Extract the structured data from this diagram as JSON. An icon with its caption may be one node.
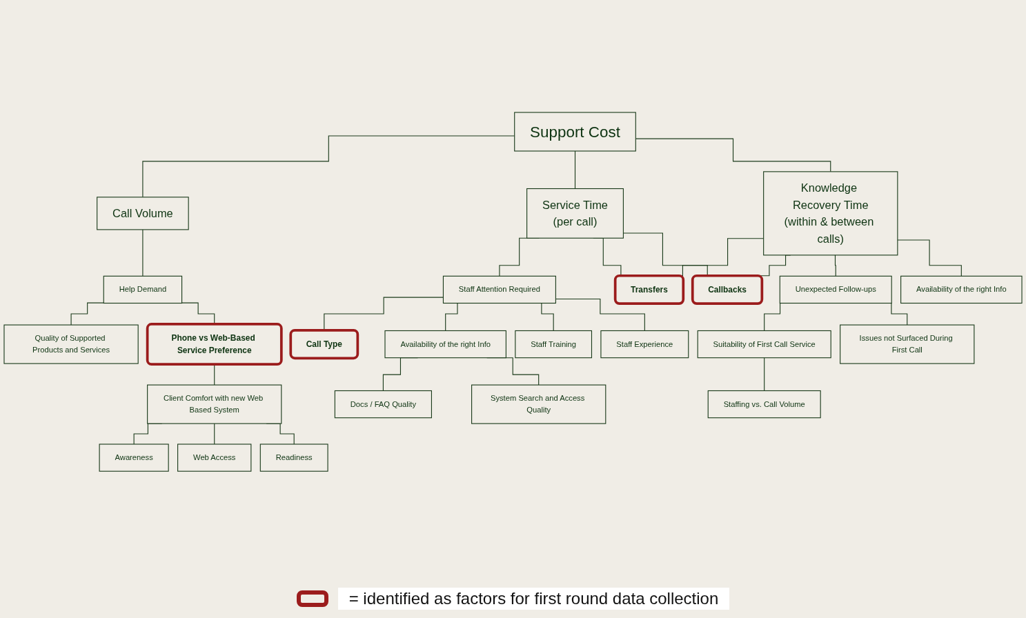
{
  "diagram": {
    "nodes": [
      {
        "text": [
          "Support Cost"
        ]
      },
      {
        "text": [
          "Call Volume"
        ]
      },
      {
        "text": [
          "Service Time",
          "(per call)"
        ]
      },
      {
        "text": [
          "Knowledge Recovery Time",
          "(within & between calls)"
        ]
      },
      {
        "text": [
          "Help Demand"
        ]
      },
      {
        "text": [
          "Quality of Supported Products and Services"
        ]
      },
      {
        "text": [
          "Phone vs Web-Based Service Preference"
        ]
      },
      {
        "text": [
          "Client Comfort with new Web Based System"
        ]
      },
      {
        "text": [
          "Awareness"
        ]
      },
      {
        "text": [
          "Web Access"
        ]
      },
      {
        "text": [
          "Readiness"
        ]
      },
      {
        "text": [
          "Staff Attention Required"
        ]
      },
      {
        "text": [
          "Transfers"
        ]
      },
      {
        "text": [
          "Callbacks"
        ]
      },
      {
        "text": [
          "Unexpected Follow-ups"
        ]
      },
      {
        "text": [
          "Availability of the right Info"
        ]
      },
      {
        "text": [
          "Call Type"
        ]
      },
      {
        "text": [
          "Availability of the right Info"
        ]
      },
      {
        "text": [
          "Staff Training"
        ]
      },
      {
        "text": [
          "Staff Experience"
        ]
      },
      {
        "text": [
          "Docs / FAQ Quality"
        ]
      },
      {
        "text": [
          "System Search and Access Quality"
        ]
      },
      {
        "text": [
          "Suitability of First Call Service"
        ]
      },
      {
        "text": [
          "Issues not Surfaced During First Call"
        ]
      },
      {
        "text": [
          "Staffing vs. Call Volume"
        ]
      }
    ],
    "edges": [
      {
        "from": 0,
        "to": 1,
        "arrow": "none"
      },
      {
        "from": 0,
        "to": 2,
        "arrow": "none"
      },
      {
        "from": 0,
        "to": 3,
        "arrow": "none"
      },
      {
        "from": 1,
        "to": 4,
        "arrow": "none"
      },
      {
        "from": 4,
        "to": 5,
        "arrow": "none"
      },
      {
        "from": 4,
        "to": 6,
        "arrow": "none"
      },
      {
        "from": 6,
        "to": 7,
        "arrow": "none"
      },
      {
        "from": 7,
        "to": 8,
        "arrow": "none"
      },
      {
        "from": 7,
        "to": 9,
        "arrow": "none"
      },
      {
        "from": 7,
        "to": 10,
        "arrow": "none"
      },
      {
        "from": 2,
        "to": 11,
        "arrow": "none"
      },
      {
        "from": 2,
        "to": 12,
        "arrow": "none"
      },
      {
        "from": 2,
        "to": 13,
        "arrow": "none"
      },
      {
        "from": 3,
        "to": 12,
        "arrow": "none"
      },
      {
        "from": 3,
        "to": 13,
        "arrow": "none"
      },
      {
        "from": 3,
        "to": 14,
        "arrow": "none"
      },
      {
        "from": 3,
        "to": 15,
        "arrow": "none"
      },
      {
        "from": 11,
        "to": 16,
        "arrow": "none"
      },
      {
        "from": 11,
        "to": 17,
        "arrow": "none"
      },
      {
        "from": 11,
        "to": 18,
        "arrow": "none"
      },
      {
        "from": 11,
        "to": 19,
        "arrow": "none"
      },
      {
        "from": 17,
        "to": 20,
        "arrow": "none"
      },
      {
        "from": 17,
        "to": 21,
        "arrow": "none"
      },
      {
        "from": 14,
        "to": 22,
        "arrow": "none"
      },
      {
        "from": 14,
        "to": 23,
        "arrow": "none"
      },
      {
        "from": 22,
        "to": 24,
        "arrow": "none"
      }
    ],
    "legend": [
      {
        "text": "= identified as factors for first round data collection"
      }
    ]
  }
}
